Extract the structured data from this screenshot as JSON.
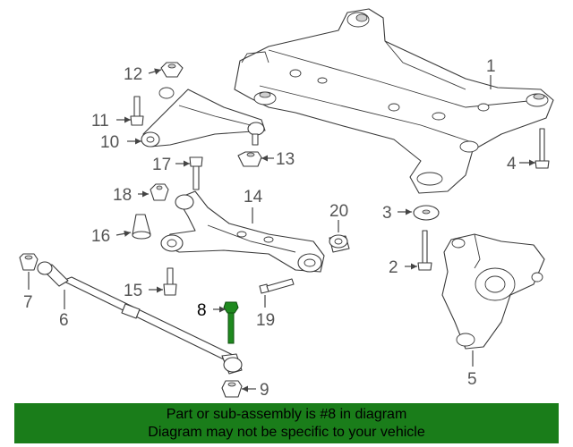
{
  "callouts": {
    "c1": "1",
    "c2": "2",
    "c3": "3",
    "c4": "4",
    "c5": "5",
    "c6": "6",
    "c7": "7",
    "c8": "8",
    "c9": "9",
    "c10": "10",
    "c11": "11",
    "c12": "12",
    "c13": "13",
    "c14": "14",
    "c15": "15",
    "c16": "16",
    "c17": "17",
    "c18": "18",
    "c19": "19",
    "c20": "20"
  },
  "highlight": {
    "part_number": "8",
    "color": "#1a7d1a"
  },
  "banner": {
    "line1": "Part or sub-assembly is #8 in diagram",
    "line2": "Diagram may not be specific to your vehicle"
  }
}
